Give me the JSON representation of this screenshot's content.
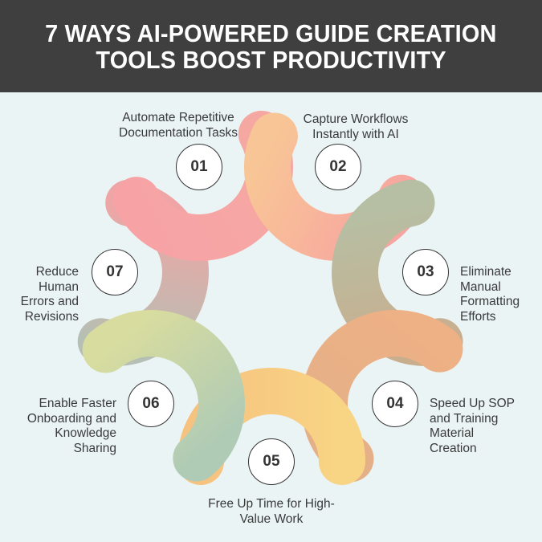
{
  "header": {
    "title_line1": "7 WAYS AI-POWERED GUIDE CREATION",
    "title_line2": "TOOLS BOOST PRODUCTIVITY"
  },
  "items": [
    {
      "number": "01",
      "lines": [
        "Automate Repetitive",
        "Documentation Tasks"
      ],
      "colors": [
        "#f7a3a6",
        "#f5a8a2"
      ]
    },
    {
      "number": "02",
      "lines": [
        "Capture Workflows",
        "Instantly with AI"
      ],
      "colors": [
        "#f8c596",
        "#f7a5a0"
      ]
    },
    {
      "number": "03",
      "lines": [
        "Eliminate",
        "Manual",
        "Formatting",
        "Efforts"
      ],
      "colors": [
        "#b6bfa4",
        "#c9ae8e"
      ]
    },
    {
      "number": "04",
      "lines": [
        "Speed Up SOP",
        "and Training",
        "Material",
        "Creation"
      ],
      "colors": [
        "#eeb085",
        "#e4b088"
      ]
    },
    {
      "number": "05",
      "lines": [
        "Free Up Time for High-",
        "Value Work"
      ],
      "colors": [
        "#f8d585",
        "#f6c27f"
      ]
    },
    {
      "number": "06",
      "lines": [
        "Enable Faster",
        "Onboarding and",
        "Knowledge",
        "Sharing"
      ],
      "colors": [
        "#b0cbb5",
        "#d8dc9f"
      ]
    },
    {
      "number": "07",
      "lines": [
        "Reduce",
        "Human",
        "Errors and",
        "Revisions"
      ],
      "colors": [
        "#b6bfb3",
        "#efa5a5"
      ]
    }
  ]
}
